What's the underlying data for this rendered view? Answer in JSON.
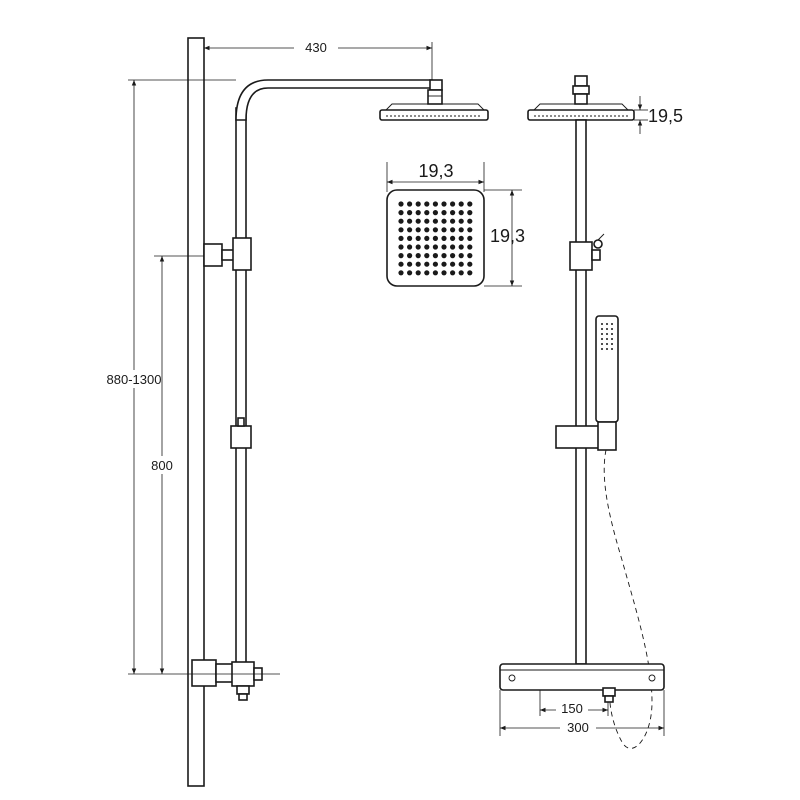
{
  "dimensions": {
    "arm_length": "430",
    "total_height": "880-1300",
    "lower_height": "800",
    "head_width": "19,3",
    "head_depth": "19,3",
    "head_thickness": "19,5",
    "valve_spacing": "150",
    "valve_width": "300"
  },
  "colors": {
    "line": "#1a1a1a",
    "background": "#ffffff"
  }
}
